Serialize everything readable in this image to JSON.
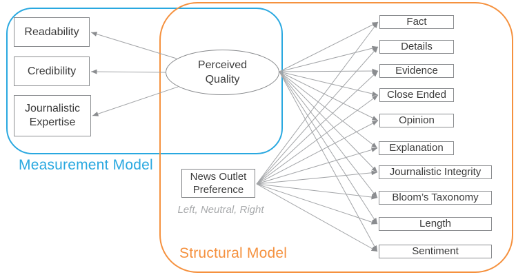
{
  "frames": {
    "measurement": {
      "label": "Measurement Model",
      "color": "#29a8e0"
    },
    "structural": {
      "label": "Structural Model",
      "color": "#f5913e"
    }
  },
  "latent": {
    "label": "Perceived\nQuality"
  },
  "indicators": [
    {
      "label": "Readability"
    },
    {
      "label": "Credibility"
    },
    {
      "label": "Journalistic Expertise"
    }
  ],
  "predictor": {
    "label": "News Outlet\nPreference",
    "note": "Left, Neutral, Right",
    "note_color": "#a8aaac"
  },
  "outcomes": [
    {
      "label": "Fact"
    },
    {
      "label": "Details"
    },
    {
      "label": "Evidence"
    },
    {
      "label": "Close Ended"
    },
    {
      "label": "Opinion"
    },
    {
      "label": "Explanation"
    },
    {
      "label": "Journalistic Integrity"
    },
    {
      "label": "Bloom’s Taxonomy"
    },
    {
      "label": "Length"
    },
    {
      "label": "Sentiment"
    }
  ],
  "colors": {
    "arrow_line": "#a2a4a7",
    "arrow_head": "#8a8c8f",
    "box_border": "#8a8c8f",
    "text": "#3b3b3b"
  }
}
